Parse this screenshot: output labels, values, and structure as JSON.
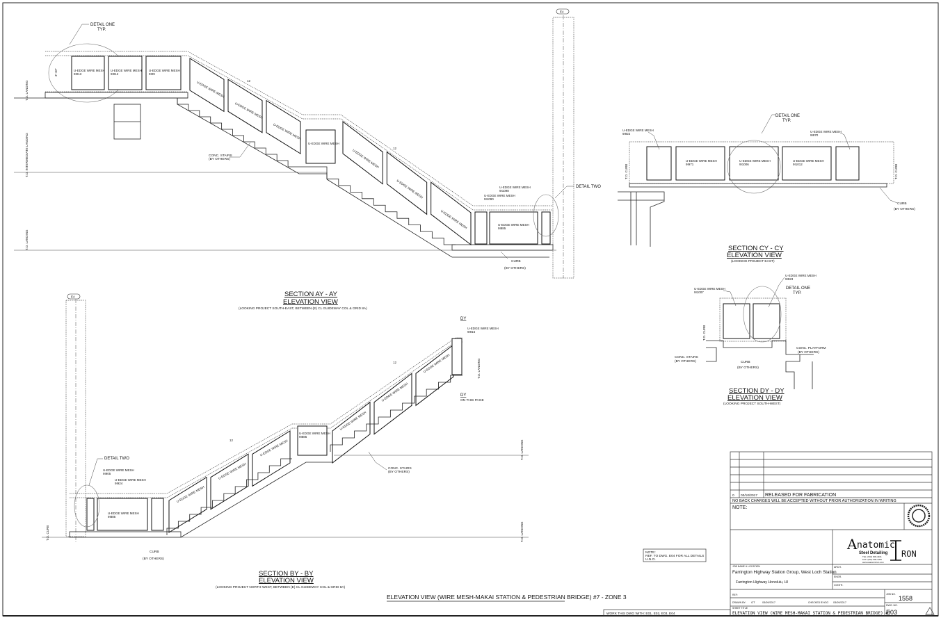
{
  "sheet": {
    "main_title": "ELEVATION VIEW (WIRE MESH-MAKAI STATION & PEDESTRIAN BRIDGE) #7 - ZONE 3",
    "work_with": "WORK THIS DWG WITH:  E01, E02, E03, E04",
    "note_box": [
      "NOTE:",
      "REF. TO DWG. E04 FOR ALL DETAILS",
      "U.N.O."
    ]
  },
  "sections": {
    "ay": {
      "title": "SECTION AY - AY",
      "subtitle": "ELEVATION VIEW",
      "caption": "(LOOKING PROJECT SOUTH-EAST,  BETWEEN (E) CL GUIDEWAY COL & GRID 8A)"
    },
    "by": {
      "title": "SECTION BY - BY",
      "subtitle": "ELEVATION VIEW",
      "caption": "(LOOKING PROJECT NORTH-WEST,  BETWEEN (E) CL GUIDEWAY COL & GRID 8A)"
    },
    "cy": {
      "title": "SECTION CY - CY",
      "subtitle": "ELEVATION VIEW",
      "caption": "(LOOKING PROJECT EAST)"
    },
    "dy": {
      "title": "SECTION DY - DY",
      "subtitle": "ELEVATION VIEW",
      "caption": "(LOOKING PROJECT SOUTH-WEST)"
    }
  },
  "labels": {
    "detail_one": "DETAIL ONE",
    "typ": "TYP.",
    "detail_two": "DETAIL TWO",
    "mesh": "U-EDGE WIRE MESH",
    "conc_stairs": "CONC. STAIRS",
    "by_others": "(BY OTHERS)",
    "curb": "CURB",
    "conc_platform": "CONC. PLATFORM",
    "to_landing": "T.O. LANDING",
    "to_curb": "T.O. CURB",
    "to_intermediate": "T.O. INTERMEDIATE LANDING",
    "slope": "12",
    "grid_e4": "E4",
    "dy_ref": "DY",
    "on_this_page": "ON THIS PAGE",
    "height_dim": "3'-10\""
  },
  "mesh_marks": {
    "ay": [
      "9I013",
      "9I012",
      "9I09",
      "9I1090",
      "9I1098",
      "9I885"
    ],
    "by": [
      "9I905",
      "9I924",
      "9I885",
      "9I916"
    ],
    "cy": [
      "9I922",
      "9I971",
      "9I1006",
      "9I1012",
      "9I970"
    ],
    "dy": [
      "9I1007",
      "9I923"
    ]
  },
  "title_block": {
    "revision": {
      "date": "03/10/2017",
      "desc": "RELEASED FOR FABRICATION"
    },
    "no_backcharge": "NO BACK CHARGES WILL BE ACCEPTED WITHOUT PRIOR AUTHORIZATION IN WRITING",
    "note_label": "NOTE:",
    "company": {
      "name_a": "Anatomic",
      "name_b": "IRON",
      "tagline": "Steel Detailing",
      "tel": "TEL: (604) 608-4401",
      "fax": "FAX: (604) 909-1283",
      "web": "www.anatomiciron.com"
    },
    "aisc_seal": "AISC",
    "job_label": "JOB NAME & LOCATION",
    "job_name": "Farrington Highway Station Group, West Loch Station",
    "job_location": "Farrington Highway Honolulu, HI",
    "arch_label": "ARCH.",
    "engr_label": "ENGR.",
    "contr_label": "CONTR.",
    "ref_label": "REF:",
    "drawn_by_label": "DRAWN BY:",
    "drawn_by": "GT",
    "drawn_date": "03/09/2017",
    "checked_by_label": "CHECKED BY:",
    "checked_by": "GG",
    "checked_date": "03/09/2017",
    "job_no_label": "JOB NO.",
    "job_no": "1558",
    "dwg_no_label": "DWG. NO.",
    "dwg_no": "E03",
    "sheet_title_label": "SHEET TITLE",
    "sheet_title": "ELEVATION VIEW (WIRE MESH-MAKAI STATION & PEDESTRIAN BRIDGE) #7",
    "rev_mark": "0"
  }
}
